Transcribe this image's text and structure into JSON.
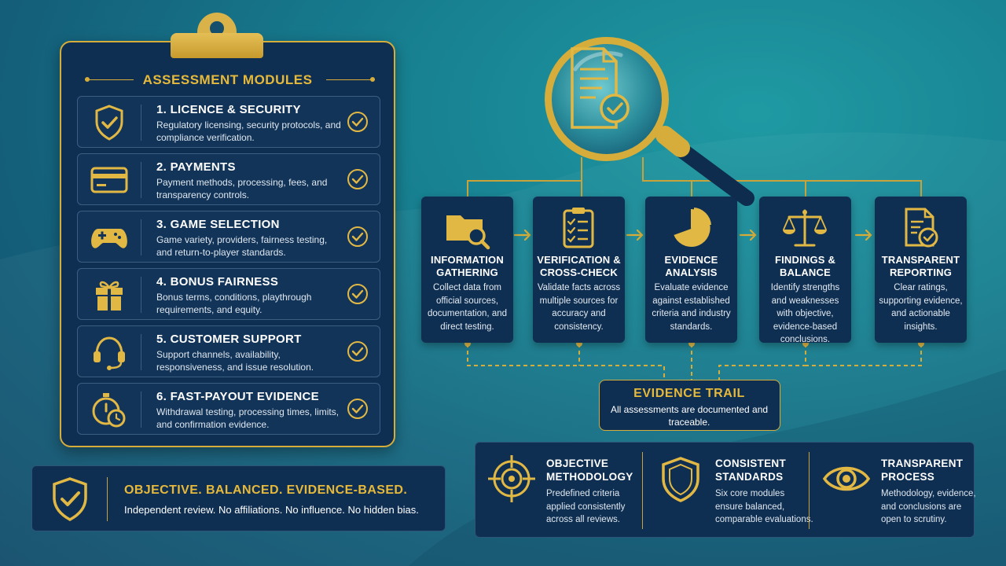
{
  "modules": {
    "title": "ASSESSMENT MODULES",
    "items": [
      {
        "title": "1. LICENCE & SECURITY",
        "desc": "Regulatory licensing, security protocols, and compliance verification.",
        "icon": "shield-check-icon"
      },
      {
        "title": "2. PAYMENTS",
        "desc": "Payment methods, processing, fees, and transparency controls.",
        "icon": "credit-card-icon"
      },
      {
        "title": "3. GAME SELECTION",
        "desc": "Game variety, providers, fairness testing, and return-to-player standards.",
        "icon": "gamepad-icon"
      },
      {
        "title": "4. BONUS FAIRNESS",
        "desc": "Bonus terms, conditions, playthrough requirements, and equity.",
        "icon": "gift-icon"
      },
      {
        "title": "5. CUSTOMER SUPPORT",
        "desc": "Support channels, availability, responsiveness, and issue resolution.",
        "icon": "headset-icon"
      },
      {
        "title": "6. FAST-PAYOUT EVIDENCE",
        "desc": "Withdrawal testing, processing times, limits, and confirmation evidence.",
        "icon": "stopwatch-icon"
      }
    ]
  },
  "banner": {
    "title": "OBJECTIVE. BALANCED. EVIDENCE-BASED.",
    "subtitle": "Independent review. No affiliations. No influence. No hidden bias."
  },
  "process": {
    "steps": [
      {
        "title": "INFORMATION GATHERING",
        "desc": "Collect data from official sources, documentation, and direct testing.",
        "icon": "folder-search-icon"
      },
      {
        "title": "VERIFICATION & CROSS-CHECK",
        "desc": "Validate facts across multiple sources for accuracy and consistency.",
        "icon": "checklist-icon"
      },
      {
        "title": "EVIDENCE ANALYSIS",
        "desc": "Evaluate evidence against established criteria and industry standards.",
        "icon": "pie-chart-icon"
      },
      {
        "title": "FINDINGS & BALANCE",
        "desc": "Identify strengths and weaknesses with objective, evidence-based conclusions.",
        "icon": "scales-icon"
      },
      {
        "title": "TRANSPARENT REPORTING",
        "desc": "Clear ratings, supporting evidence, and actionable insights.",
        "icon": "report-check-icon"
      }
    ],
    "trail": {
      "title": "EVIDENCE TRAIL",
      "desc": "All assessments are documented and traceable."
    }
  },
  "principles": [
    {
      "title": "OBJECTIVE METHODOLOGY",
      "desc": "Predefined criteria applied consistently across all reviews.",
      "icon": "target-icon"
    },
    {
      "title": "CONSISTENT STANDARDS",
      "desc": "Six core modules ensure balanced, comparable evaluations.",
      "icon": "shield-icon"
    },
    {
      "title": "TRANSPARENT PROCESS",
      "desc": "Methodology, evidence, and conclusions are open to scrutiny.",
      "icon": "eye-icon"
    }
  ],
  "colors": {
    "gold": "#d6ad3a",
    "navy": "#0f2f52",
    "teal": "#177f90"
  }
}
